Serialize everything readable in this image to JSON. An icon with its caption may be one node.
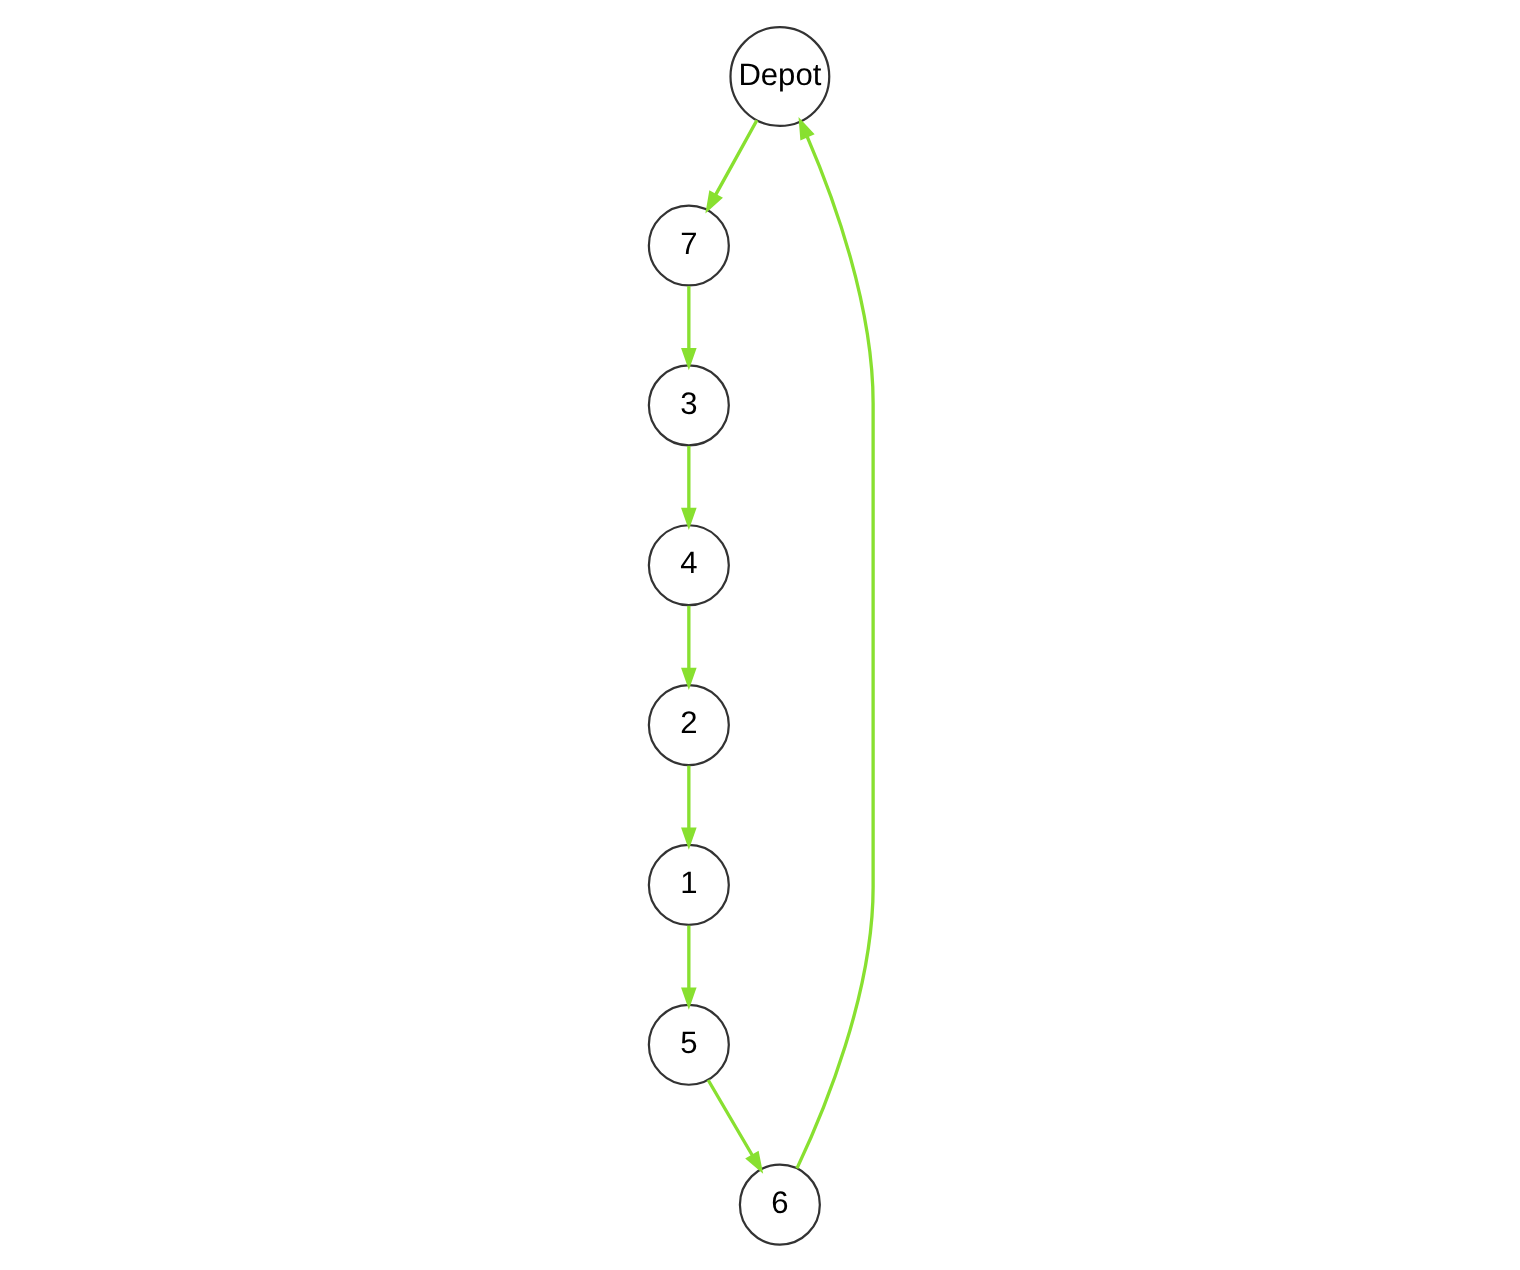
{
  "diagram": {
    "nodes": [
      {
        "text": [
          "Depot"
        ]
      },
      {
        "text": [
          "7"
        ]
      },
      {
        "text": [
          "3"
        ]
      },
      {
        "text": [
          "4"
        ]
      },
      {
        "text": [
          "2"
        ]
      },
      {
        "text": [
          "1"
        ]
      },
      {
        "text": [
          "6"
        ]
      },
      {
        "text": [
          "5"
        ]
      }
    ],
    "edges": [
      {
        "from": 0,
        "to": 1,
        "arrow": "to"
      },
      {
        "from": 1,
        "to": 2,
        "arrow": "to"
      },
      {
        "from": 2,
        "to": 3,
        "arrow": "to"
      },
      {
        "from": 3,
        "to": 4,
        "arrow": "to"
      },
      {
        "from": 4,
        "to": 5,
        "arrow": "to"
      },
      {
        "from": 5,
        "to": 7,
        "arrow": "to"
      },
      {
        "from": 7,
        "to": 6,
        "arrow": "to"
      },
      {
        "from": 6,
        "to": 0,
        "arrow": "to"
      }
    ]
  }
}
